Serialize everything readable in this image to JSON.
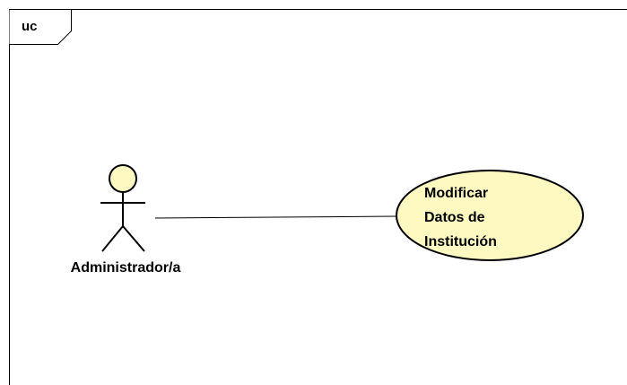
{
  "diagram": {
    "frame_label": "uc",
    "actor": {
      "name": "Administrador/a"
    },
    "use_case": {
      "lines": [
        "Modificar",
        "Datos de",
        "Institución"
      ]
    }
  },
  "colors": {
    "element_fill": "#fdf9c0",
    "stroke": "#000000",
    "background": "#ffffff"
  }
}
